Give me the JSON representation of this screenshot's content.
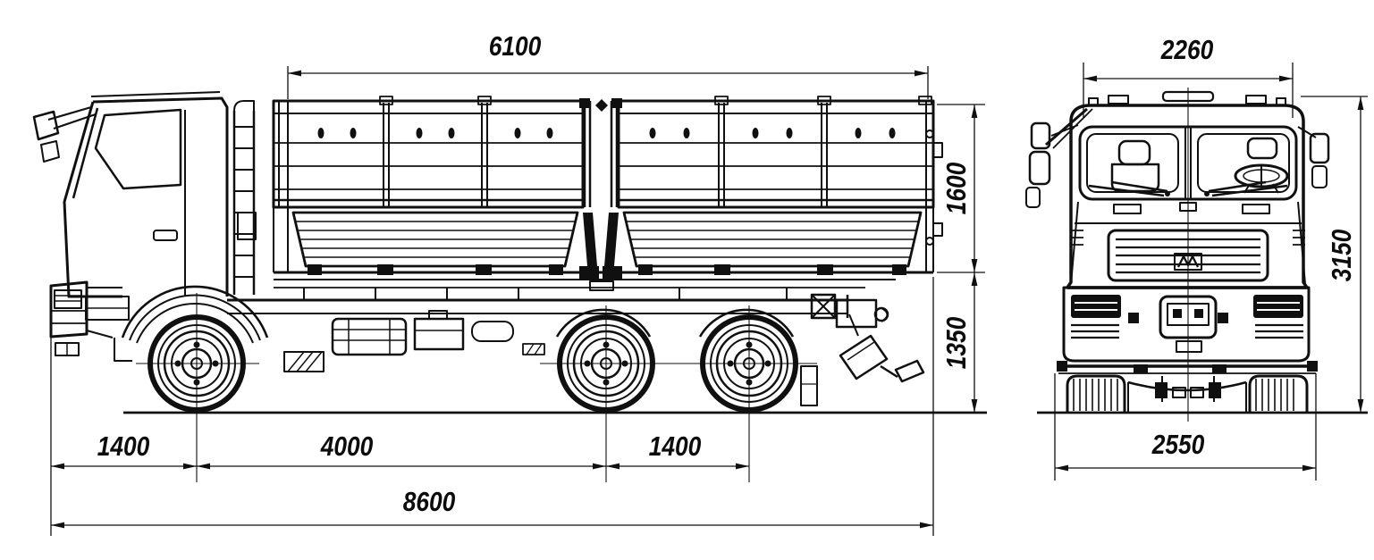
{
  "diagram": {
    "type": "technical-dimension-drawing",
    "subject": "three-axle drop-side flatbed truck, side view and front view",
    "units": "mm"
  },
  "dims": {
    "cargo_body_length": "6100",
    "body_side_height": "1600",
    "chassis_height": "1350",
    "front_overhang": "1400",
    "wheelbase": "4000",
    "rear_bogie_spacing": "1400",
    "overall_length": "8600",
    "cab_width": "2260",
    "overall_height": "3150",
    "overall_width": "2550"
  },
  "colors": {
    "line": "#101010",
    "background": "#ffffff"
  }
}
